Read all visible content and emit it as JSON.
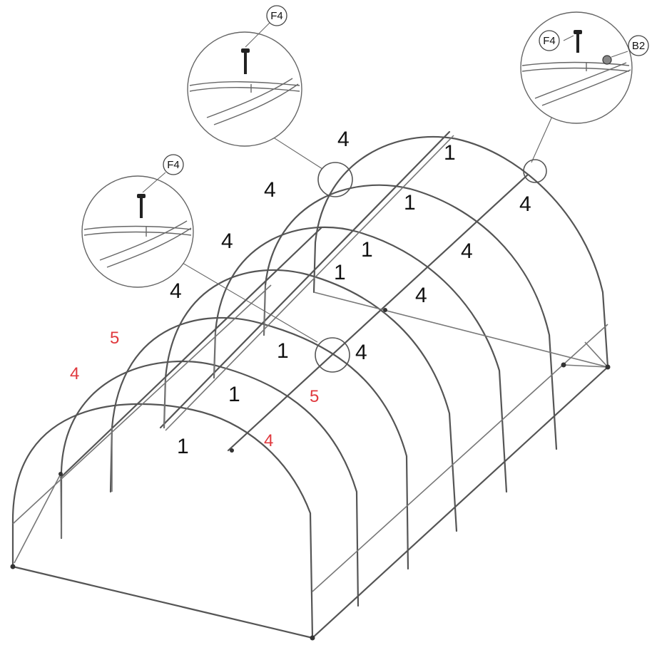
{
  "diagram": {
    "fastener_tags": {
      "detail_top": "F4",
      "detail_left": "F4",
      "detail_right_bolt": "F4",
      "detail_right_nut": "B2"
    },
    "part_labels_black": {
      "ridge_a": "1",
      "ridge_b": "1",
      "ridge_c": "1",
      "ridge_d": "1",
      "ridge_e": "1",
      "ridge_f": "1",
      "ridge_g": "1",
      "purlin_top": "4",
      "purlin_upper": "4",
      "purlin_mid": "4",
      "purlin_lower": "4",
      "side_a": "4",
      "side_b": "4",
      "side_c": "4",
      "side_d": "4"
    },
    "part_labels_red": {
      "r5_left": "5",
      "r4_left": "4",
      "r5_center": "5",
      "r4_center": "4"
    }
  }
}
